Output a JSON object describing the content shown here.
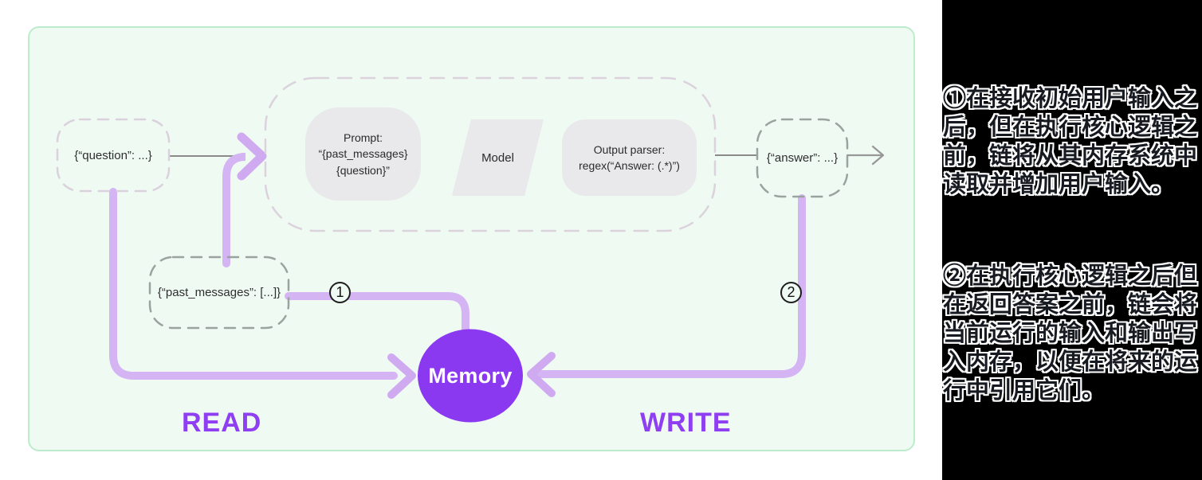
{
  "diagram": {
    "question_node": {
      "label": "{“question”: ...}"
    },
    "past_messages_node": {
      "label": "{“past_messages”: [...]}"
    },
    "answer_node": {
      "label": "{“answer”: ...}"
    },
    "prompt_node": {
      "label": "Prompt:\n“{past_messages}\n{question}”"
    },
    "model_node": {
      "label": "Model"
    },
    "parser_node": {
      "label": "Output parser:\nregex(“Answer: (.*)”)"
    },
    "memory_node": {
      "label": "Memory"
    },
    "read_label": "READ",
    "write_label": "WRITE",
    "marker_1": "1",
    "marker_2": "2"
  },
  "notes": {
    "note_1": "①在接收初始用户输入之后，但在执行核心逻辑之前，链将从其内存系统中读取并增加用户输入。",
    "note_2": "②在执行核心逻辑之后但在返回答案之前，链会将当前运行的输入和输出写入内存，以便在将来的运行中引用它们。"
  },
  "colors": {
    "panel_fill": "#effaf3",
    "panel_border": "#bdeccd",
    "notes_background": "#000000",
    "memory_purple": "#8b39f0",
    "read_write_purple": "#8e3ff2",
    "wire_purple": "#d4b4f3",
    "dash_light": "#dbd1dc",
    "dash_dark": "#9aa39e",
    "wire_gray": "#8a8a8a",
    "box_fill": "#e9e9eb"
  }
}
